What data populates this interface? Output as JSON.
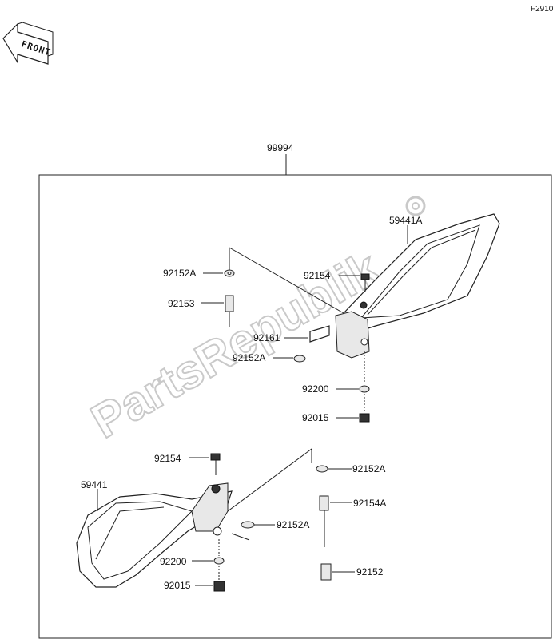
{
  "diagram_code": "F2910",
  "direction_label": "FRONT",
  "assembly_label": "99994",
  "watermark": "PartsRepublik",
  "upper_labels": {
    "mirror_right": "59441A",
    "washer_top": "92152A",
    "bolt_top": "92154",
    "stud": "92153",
    "plate": "92161",
    "washer_mid": "92152A",
    "washer_lower": "92200",
    "nut": "92015"
  },
  "lower_labels": {
    "bolt_top": "92154",
    "mirror_left": "59441",
    "washer_a": "92152A",
    "bolt_long": "92154A",
    "washer_b": "92152A",
    "washer_lower": "92200",
    "spacer": "92152",
    "nut": "92015"
  }
}
